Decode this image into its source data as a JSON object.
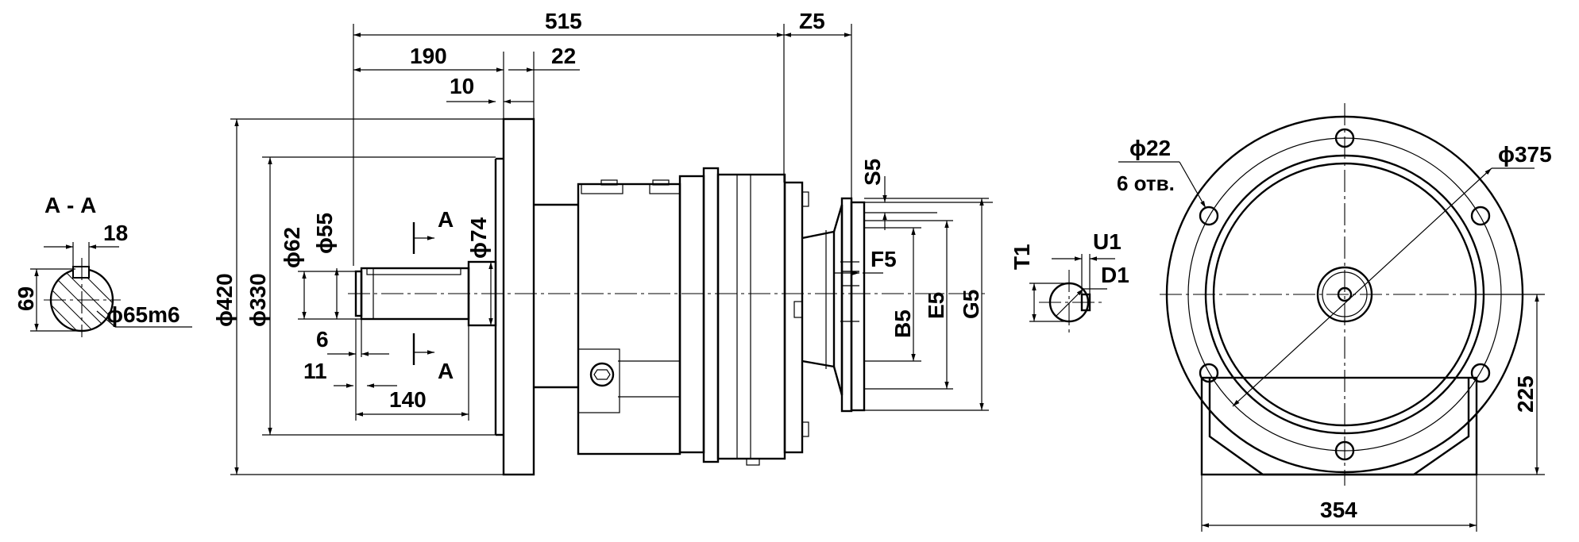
{
  "section_label": "А - А",
  "dims": {
    "overall_length": "515",
    "flange_to_shaft": "190",
    "flange_thickness": "22",
    "pilot_depth": "10",
    "motor_adapter": "Z5",
    "flange_od": "ϕ420",
    "pcd": "ϕ330",
    "pilot_dia": "ϕ62",
    "shaft_dia": "ϕ55",
    "shoulder_dia": "ϕ74",
    "shaft_chamfer": "6",
    "key_offset": "11",
    "shaft_length": "140",
    "key_width": "18",
    "key_height": "69",
    "shaft_fit": "ϕ65m6",
    "S5": "S5",
    "F5": "F5",
    "E5": "E5",
    "B5": "B5",
    "G5": "G5",
    "T1": "T1",
    "U1": "U1",
    "D1": "D1",
    "hole_dia": "ϕ22",
    "hole_count": "6 отв.",
    "bolt_circle": "ϕ375",
    "center_height": "225",
    "foot_width": "354"
  },
  "section_marks": [
    "A",
    "A"
  ]
}
